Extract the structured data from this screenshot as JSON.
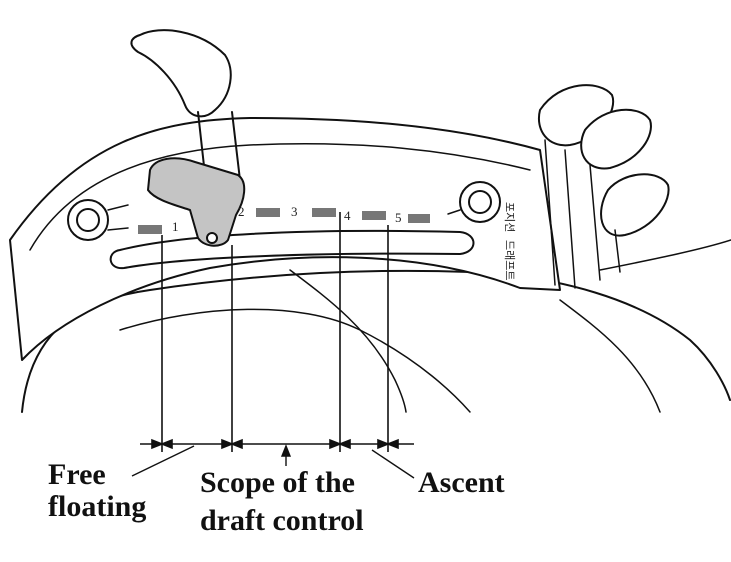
{
  "figure": {
    "scale_numbers": [
      "1",
      "2",
      "3",
      "4",
      "5"
    ],
    "side_label_top": "포지션",
    "side_label_bottom": "드래프트",
    "labels": {
      "free_floating_line1": "Free",
      "free_floating_line2": "floating",
      "scope_line1": "Scope of the",
      "scope_line2": "draft control",
      "ascent": "Ascent"
    }
  }
}
